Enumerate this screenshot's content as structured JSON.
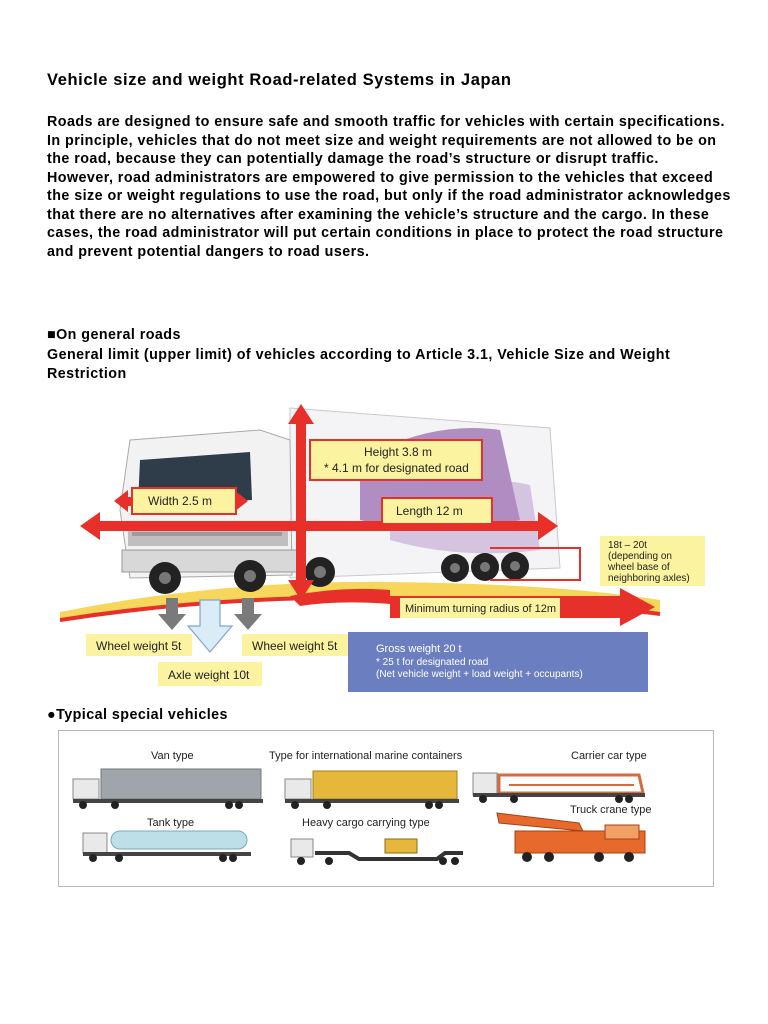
{
  "title": "Vehicle size and weight Road-related Systems in Japan",
  "intro": {
    "p1": "Roads are designed to ensure safe and smooth traffic for vehicles with certain specifications. In principle, vehicles that do not meet size and weight requirements are not allowed to be on the road, because they can potentially damage the road’s structure or disrupt traffic.",
    "p2": "However, road administrators are empowered to give permission to the vehicles that exceed the size or weight regulations to use the road, but only if the road administrator acknowledges that there are no alternatives after examining the vehicle’s structure and the cargo. In these cases, the road administrator will put certain conditions in place to protect the road structure and prevent potential dangers to road users."
  },
  "general_roads": {
    "heading": "■On general roads",
    "subheading": "General limit (upper limit) of vehicles according to Article 3.1, Vehicle Size and Weight Restriction"
  },
  "diagram": {
    "height_line1": "Height 3.8 m",
    "height_line2": "* 4.1 m for designated road",
    "width": "Width 2.5 m",
    "length": "Length 12 m",
    "axle_line1": "18t – 20t",
    "axle_line2": "(depending on",
    "axle_line3": "wheel base of",
    "axle_line4": "neighboring axles)",
    "turning": "Minimum turning radius of 12m",
    "wheel_left": "Wheel weight 5t",
    "wheel_right": "Wheel weight 5t",
    "axle_weight": "Axle weight 10t",
    "gross_line1": "Gross weight  20 t",
    "gross_line2": "* 25 t for designated road",
    "gross_line3": "(Net vehicle weight + load weight + occupants)",
    "colors": {
      "arrow_red": "#e8302a",
      "label_yellow": "#fbf3a0",
      "gross_blue": "#6b7fc0",
      "cab_white": "#f2f2f2",
      "ground_yellow": "#f6d24a"
    }
  },
  "special": {
    "heading": "●Typical special vehicles",
    "van": "Van type",
    "container": "Type for international marine containers",
    "carrier": "Carrier car type",
    "tank": "Tank type",
    "heavy": "Heavy cargo carrying type",
    "crane": "Truck crane type"
  }
}
